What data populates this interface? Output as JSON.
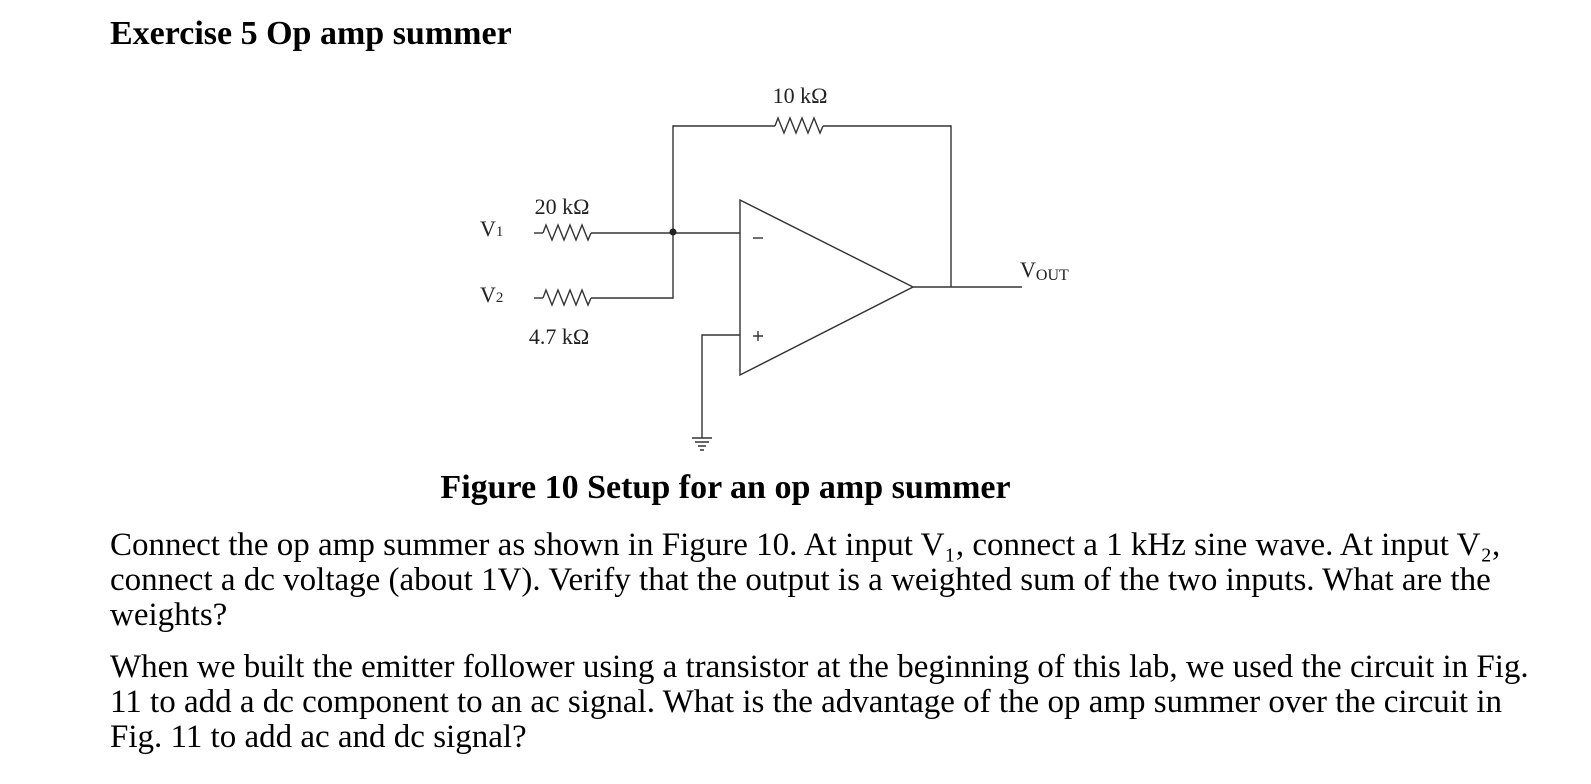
{
  "document": {
    "heading": "Exercise 5 Op amp summer",
    "figure": {
      "caption": "Figure 10 Setup for an op amp summer",
      "labels": {
        "feedback_resistor": "10 kΩ",
        "input1_resistor": "20 kΩ",
        "input2_resistor": "4.7 kΩ",
        "input1_symbol": "V",
        "input1_subscript": "1",
        "input2_symbol": "V",
        "input2_subscript": "2",
        "output_symbol": "V",
        "output_subscript": "OUT",
        "inverting_terminal": "−",
        "noninverting_terminal": "+"
      }
    },
    "paragraphs": [
      "Connect the op amp summer as shown in Figure 10. At input V₁, connect a 1 kHz sine wave. At input V₂, connect a dc voltage (about 1V). Verify that the output is a weighted sum of the two inputs. What are the weights?",
      "When we built the emitter follower using a transistor at the beginning of this lab, we used the circuit in Fig. 11 to add a dc component to an ac signal. What is the advantage of the op amp summer over the circuit in Fig. 11 to add ac and dc signal?"
    ]
  }
}
